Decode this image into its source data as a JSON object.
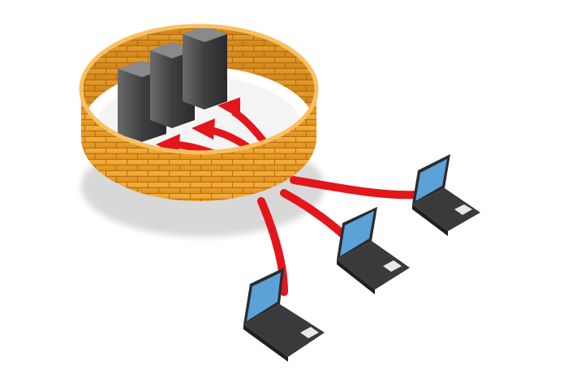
{
  "scene": {
    "subject": "firewall",
    "colors": {
      "background": "#ffffff",
      "wall": "#f2a531",
      "wall_dark": "#c97d17",
      "server": "#4a4a4c",
      "arrow": "#e3161b",
      "laptop_body": "#3a3a3c",
      "laptop_screen": "#5aa2d8"
    },
    "servers": 3,
    "laptops": 3,
    "arrows": 3
  }
}
